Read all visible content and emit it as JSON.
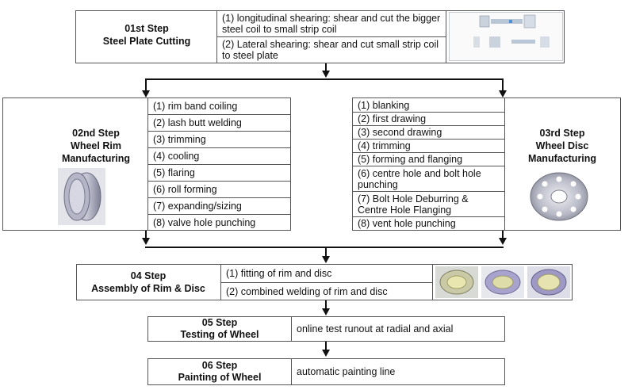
{
  "step1": {
    "title_l1": "01st Step",
    "title_l2": "Steel Plate Cutting",
    "items": [
      "(1) longitudinal shearing: shear and cut the bigger steel coil to small strip coil",
      "(2) Lateral shearing: shear and cut small strip coil to steel plate"
    ]
  },
  "step2": {
    "title_l1": "02nd Step",
    "title_l2": "Wheel Rim",
    "title_l3": "Manufacturing",
    "items": [
      "(1) rim band coiling",
      "(2) lash butt welding",
      "(3) trimming",
      "(4) cooling",
      "(5) flaring",
      "(6) roll forming",
      "(7) expanding/sizing",
      "(8) valve hole punching"
    ]
  },
  "step3": {
    "title_l1": "03rd Step",
    "title_l2": "Wheel Disc",
    "title_l3": "Manufacturing",
    "items": [
      "(1) blanking",
      "(2) first drawing",
      "(3) second drawing",
      "(4) trimming",
      "(5) forming and flanging",
      "(6) centre hole and bolt hole punching",
      "(7) Bolt Hole Deburring & Centre Hole Flanging",
      "(8) vent hole punching"
    ]
  },
  "step4": {
    "title_l1": "04 Step",
    "title_l2": "Assembly of Rim & Disc",
    "items": [
      "(1) fitting of rim and disc",
      "(2) combined welding of rim and disc"
    ]
  },
  "step5": {
    "title_l1": "05 Step",
    "title_l2": "Testing of Wheel",
    "desc": "online test runout at radial and axial"
  },
  "step6": {
    "title_l1": "06 Step",
    "title_l2": "Painting of Wheel",
    "desc": "automatic painting line"
  }
}
